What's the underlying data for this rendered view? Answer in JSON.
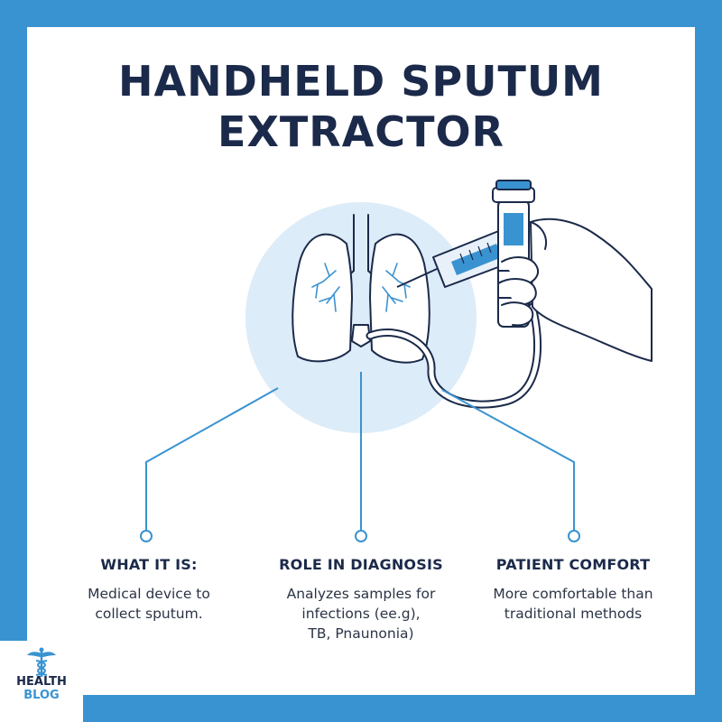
{
  "title": {
    "line1": "HANDHELD SPUTUM",
    "line2": "EXTRACTOR"
  },
  "sections": [
    {
      "heading": "WHAT IT IS:",
      "lines": [
        "Medical device to",
        "collect sputum."
      ]
    },
    {
      "heading": "ROLE IN DIAGNOSIS",
      "lines": [
        "Analyzes samples for",
        "infections (ee.g),",
        "TB, Pnaunonia)"
      ]
    },
    {
      "heading": "PATIENT COMFORT",
      "lines": [
        "More comfortable than",
        "traditional methods"
      ]
    }
  ],
  "logo": {
    "line1": "HEALTH",
    "line2": "BLOG",
    "icon": "caduceus-icon"
  },
  "colors": {
    "frame": "#3a93d1",
    "ink": "#1b2a4a",
    "circle": "#dcecf8",
    "accent": "#3a93d1"
  }
}
